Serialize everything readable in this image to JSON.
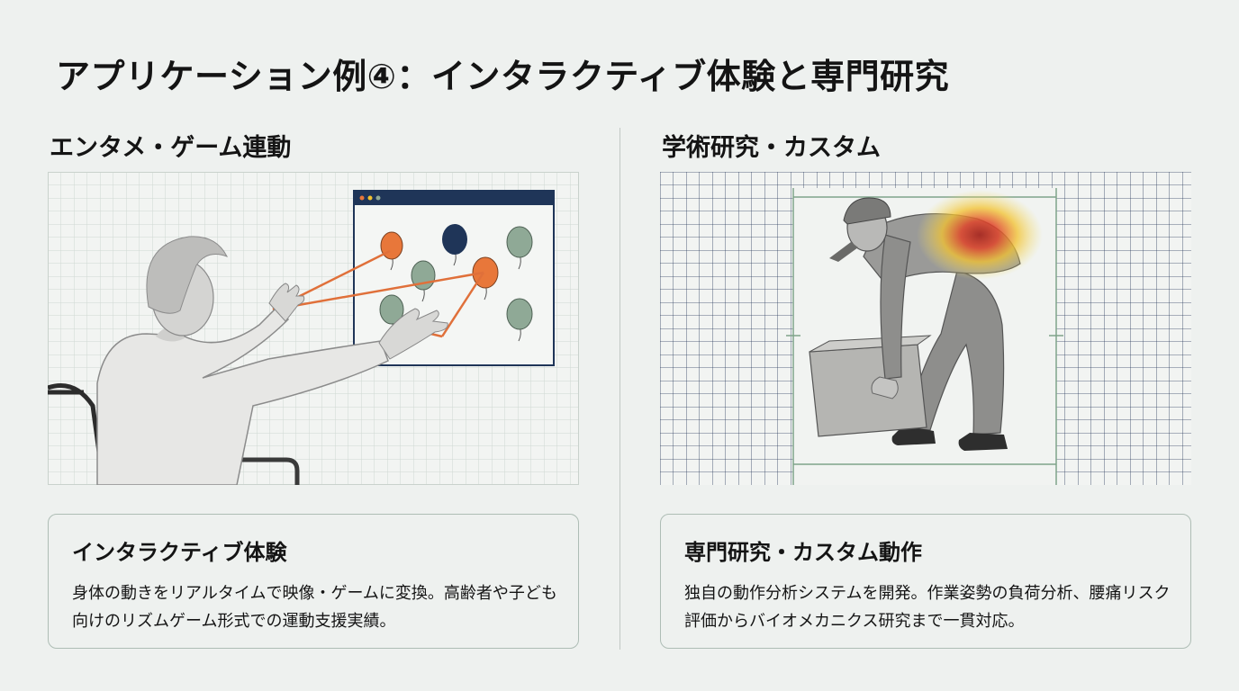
{
  "title": "アプリケーション例④：インタラクティブ体験と専門研究",
  "left": {
    "heading": "エンタメ・ゲーム連動",
    "card_title": "インタラクティブ体験",
    "card_body": "身体の動きをリアルタイムで映像・ゲームに変換。高齢者や子ども向けのリズムゲーム形式での運動支援実績。"
  },
  "right": {
    "heading": "学術研究・カスタム",
    "card_title": "専門研究・カスタム動作",
    "card_body": "独自の動作分析システムを開発。作業姿勢の負荷分析、腰痛リスク評価からバイオメカニクス研究まで一貫対応。"
  },
  "colors": {
    "background": "#eef1ef",
    "balloon_orange": "#e8773a",
    "balloon_navy": "#1f3558",
    "balloon_sage": "#8fa996",
    "tracking_line": "#e0703a",
    "heatmap_hot": "#c22a1e",
    "heatmap_warm": "#f2c230",
    "grid_light": "#cfd8d2",
    "grid_dark": "#2a3a5c"
  }
}
